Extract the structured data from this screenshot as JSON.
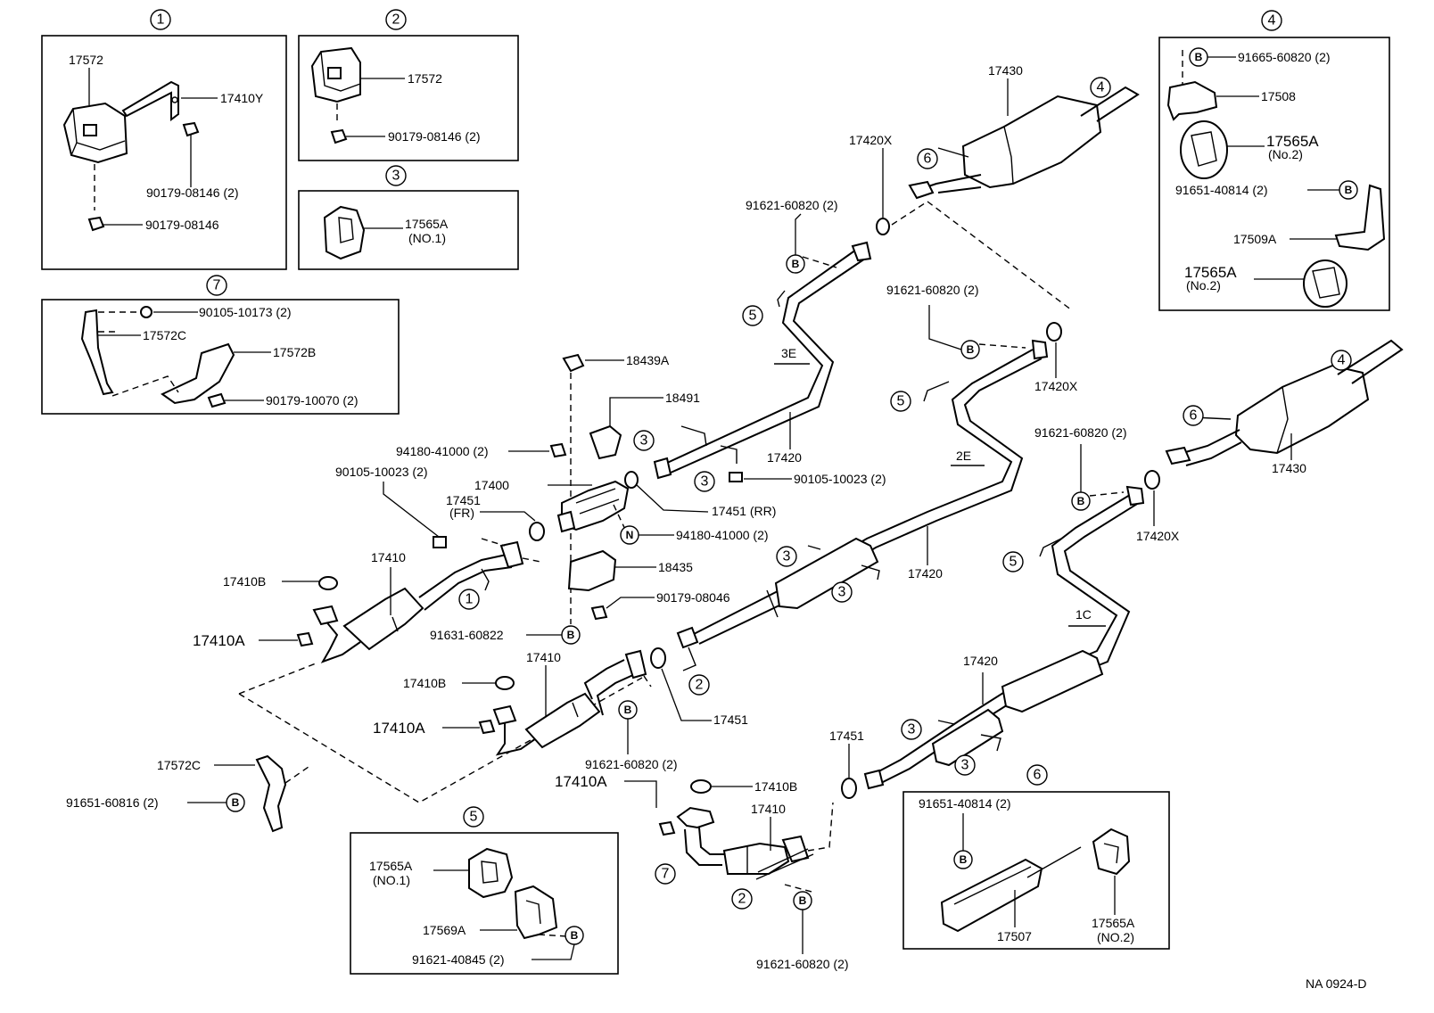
{
  "callouts": [
    "1",
    "2",
    "3",
    "4",
    "5",
    "6",
    "7"
  ],
  "bolt_markers": [
    "B",
    "N"
  ],
  "variants": [
    "3E",
    "2E",
    "1C"
  ],
  "drawing_code": "NA 0924-D",
  "panel1": {
    "mount": "17572",
    "bracket": "17410Y",
    "nut_pair": "90179-08146 (2)",
    "nut": "90179-08146"
  },
  "panel2": {
    "mount": "17572",
    "nut_pair": "90179-08146 (2)"
  },
  "panel3": {
    "hanger": "17565A",
    "hanger_note": "(NO.1)"
  },
  "panel4": {
    "bolt_top": "91665-60820 (2)",
    "bracket": "17508",
    "hanger_top": "17565A",
    "hanger_top_note": "(No.2)",
    "bolt_mid": "91651-40814 (2)",
    "bracket2": "17509A",
    "hanger_bot": "17565A",
    "hanger_bot_note": "(No.2)"
  },
  "panel5": {
    "hanger": "17565A",
    "hanger_note": "(NO.1)",
    "bracket": "17569A",
    "bolt": "91621-40845 (2)"
  },
  "panel6": {
    "bolt": "91651-40814 (2)",
    "bracket": "17507",
    "hanger": "17565A",
    "hanger_note": "(NO.2)"
  },
  "panel7": {
    "bolt": "90105-10173 (2)",
    "stay": "17572C",
    "bracket": "17572B",
    "nut": "90179-10070 (2)"
  },
  "main": {
    "muffler_top": "17430",
    "muffler_right": "17430",
    "gasket_top": "17420X",
    "gasket_mid": "17420X",
    "gasket_right": "17420X",
    "bolt_3e": "91621-60820 (2)",
    "bolt_2e": "91621-60820 (2)",
    "bolt_1c": "91621-60820 (2)",
    "center_3e": "17420",
    "center_2e": "17420",
    "center_1c": "17420",
    "clip": "18439A",
    "heat_insulator": "18491",
    "nut_41000_a": "94180-41000 (2)",
    "bolt_10023_left": "90105-10023 (2)",
    "bolt_10023_right": "90105-10023 (2)",
    "converter": "17400",
    "gasket_fr": "17451",
    "gasket_fr_note": "(FR)",
    "gasket_rr": "17451 (RR)",
    "nut_41000_b": "94180-41000 (2)",
    "front_pipe_a": "17410",
    "cushion_b_a": "17410B",
    "cushion_a_a": "17410A",
    "insulator": "18435",
    "nut_08046": "90179-08046",
    "bolt_60822": "91631-60822",
    "front_pipe_b": "17410",
    "cushion_b_b": "17410B",
    "cushion_a_b": "17410A",
    "gasket_mid_pipe": "17451",
    "bolt_mid_pipe": "91621-60820 (2)",
    "stay_left": "17572C",
    "bolt_60816": "91651-60816 (2)",
    "cushion_a_c": "17410A",
    "cushion_b_c": "17410B",
    "front_pipe_c": "17410",
    "gasket_c": "17451",
    "bolt_bottom": "91621-60820 (2)"
  }
}
